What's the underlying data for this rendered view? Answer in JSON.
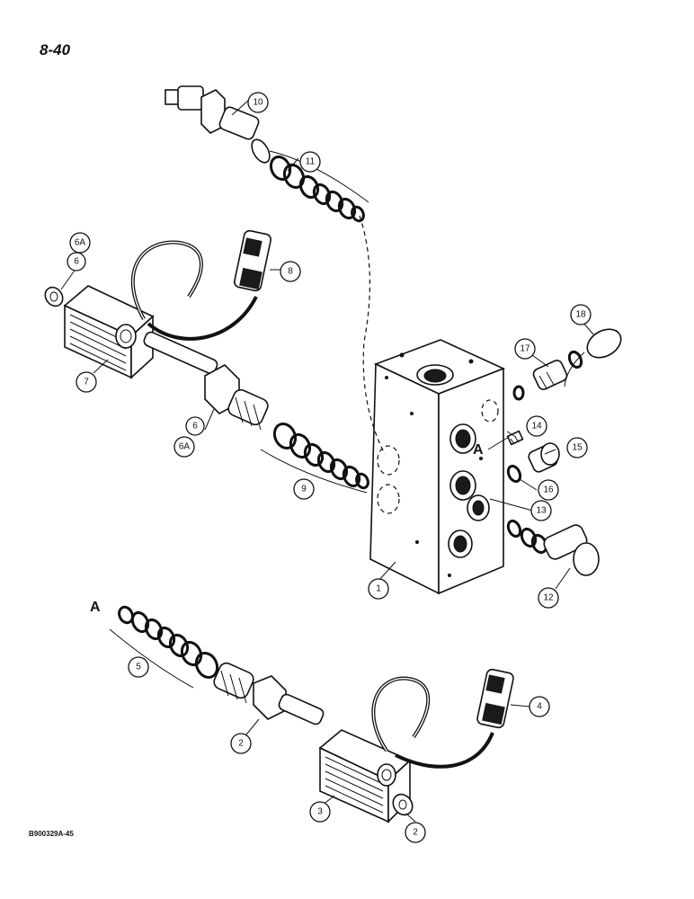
{
  "page": {
    "number": "8-40",
    "figure_code": "B900329A-45"
  },
  "reference_letters": {
    "port_marker": "A",
    "seal_kit_marker": "A"
  },
  "callouts": [
    {
      "id": "c1",
      "label": "1"
    },
    {
      "id": "c2a",
      "label": "2"
    },
    {
      "id": "c2b",
      "label": "2"
    },
    {
      "id": "c3",
      "label": "3"
    },
    {
      "id": "c4",
      "label": "4"
    },
    {
      "id": "c5",
      "label": "5"
    },
    {
      "id": "c6a",
      "label": "6"
    },
    {
      "id": "c6b",
      "label": "6"
    },
    {
      "id": "c6Aa",
      "label": "6A"
    },
    {
      "id": "c6Ab",
      "label": "6A"
    },
    {
      "id": "c7",
      "label": "7"
    },
    {
      "id": "c8",
      "label": "8"
    },
    {
      "id": "c9",
      "label": "9"
    },
    {
      "id": "c10",
      "label": "10"
    },
    {
      "id": "c11",
      "label": "11"
    },
    {
      "id": "c12",
      "label": "12"
    },
    {
      "id": "c13",
      "label": "13"
    },
    {
      "id": "c14",
      "label": "14"
    },
    {
      "id": "c15",
      "label": "15"
    },
    {
      "id": "c16",
      "label": "16"
    },
    {
      "id": "c17",
      "label": "17"
    },
    {
      "id": "c18",
      "label": "18"
    }
  ]
}
